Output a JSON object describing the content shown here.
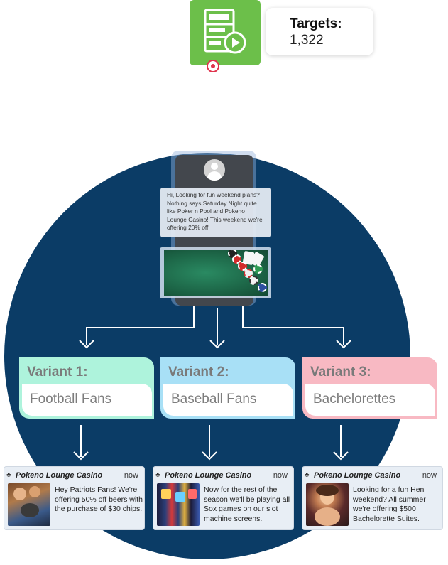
{
  "targets": {
    "title": "Targets:",
    "value": "1,322"
  },
  "sms": {
    "message": "Hi, Looking for fun weekend plans? Nothing says Saturday Night quite like Poker n Pool and Pokeno Lounge Casino! This weekend we're offering 20% off"
  },
  "variants": [
    {
      "title": "Variant 1:",
      "audience": "Football Fans",
      "color": "#aef3dc"
    },
    {
      "title": "Variant 2:",
      "audience": "Baseball Fans",
      "color": "#a8e0f6"
    },
    {
      "title": "Variant 3:",
      "audience": "Bachelorettes",
      "color": "#f8b9c3"
    }
  ],
  "notifications": [
    {
      "brand": "Pokeno Lounge Casino",
      "time": "now",
      "message": "Hey Patriots Fans! We're offering 50% off beers with the purchase of $30 chips.",
      "image": "football-fans-photo"
    },
    {
      "brand": "Pokeno Lounge Casino",
      "time": "now",
      "message": "Now for the rest of the season we'll be playing all Sox games on our slot machine screens.",
      "image": "slot-machines-photo"
    },
    {
      "brand": "Pokeno Lounge Casino",
      "time": "now",
      "message": "Looking for a fun Hen weekend? All summer we're offering $500 Bachelorette Suites.",
      "image": "bachelorette-photo"
    }
  ],
  "colors": {
    "circle": "#0b3c66",
    "target_tile": "#6cbf4a",
    "target_dot": "#e0334d"
  }
}
